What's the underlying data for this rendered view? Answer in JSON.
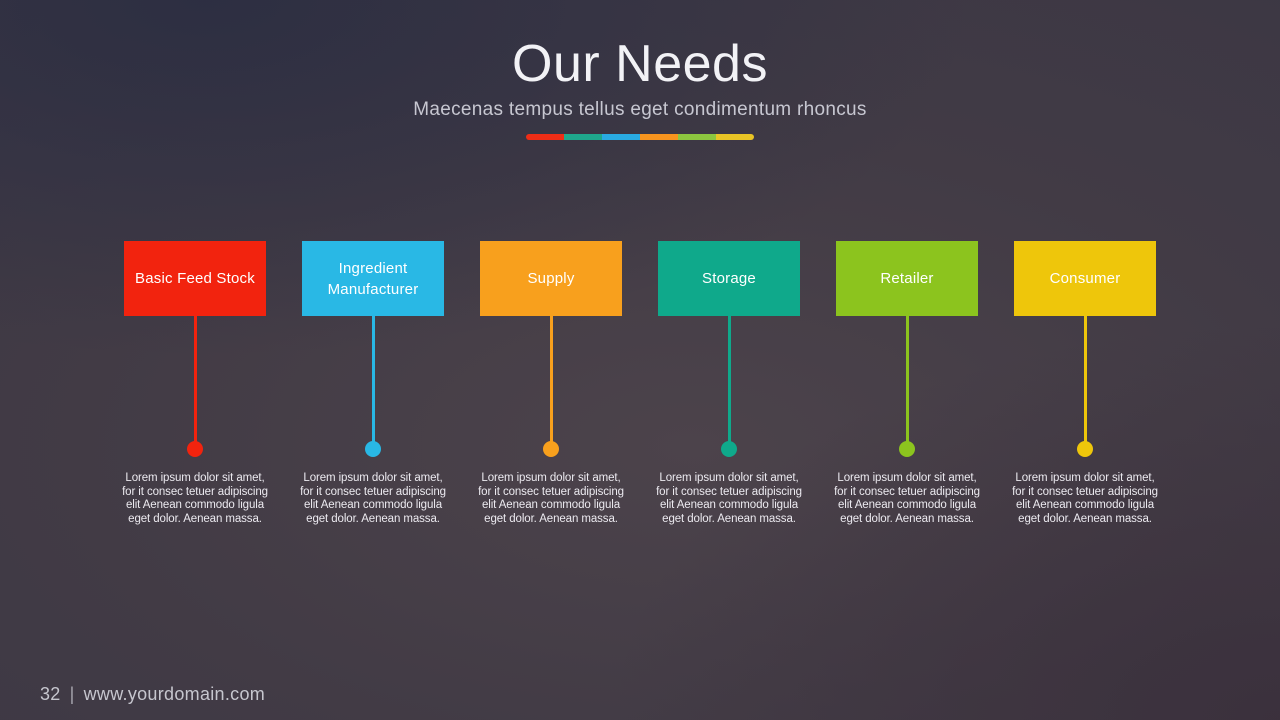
{
  "slide": {
    "title": "Our Needs",
    "subtitle": "Maecenas tempus tellus eget condimentum rhoncus",
    "accent_bar_colors": [
      "#EE2D16",
      "#1FA78C",
      "#29ABE2",
      "#F7941E",
      "#8CC63F",
      "#E9C425"
    ],
    "background_colors": {
      "top_left": "#2C2E42",
      "center": "#4C434B",
      "bottom_right": "#3A2F3B",
      "base": "#3A3644"
    }
  },
  "stages": [
    {
      "label": "Basic Feed Stock",
      "color": "#F2230E",
      "description": "Lorem ipsum dolor sit amet, for it consec tetuer adipiscing elit Aenean commodo ligula eget dolor. Aenean massa."
    },
    {
      "label": "Ingredient Manufacturer",
      "color": "#29B8E5",
      "description": "Lorem ipsum dolor sit amet, for it consec tetuer adipiscing elit Aenean commodo ligula eget dolor. Aenean massa."
    },
    {
      "label": "Supply",
      "color": "#F8A01D",
      "description": "Lorem ipsum dolor sit amet, for it consec tetuer adipiscing elit Aenean commodo ligula eget dolor. Aenean massa."
    },
    {
      "label": "Storage",
      "color": "#0FA98B",
      "description": "Lorem ipsum dolor sit amet, for it consec tetuer adipiscing elit Aenean commodo ligula eget dolor. Aenean massa."
    },
    {
      "label": "Retailer",
      "color": "#8CC41E",
      "description": "Lorem ipsum dolor sit amet, for it consec tetuer adipiscing elit Aenean commodo ligula eget dolor. Aenean massa."
    },
    {
      "label": "Consumer",
      "color": "#EEC60B",
      "description": "Lorem ipsum dolor sit amet, for it consec tetuer adipiscing elit Aenean commodo ligula eget dolor. Aenean massa."
    }
  ],
  "footer": {
    "page_number": "32",
    "separator": "|",
    "site": "www.yourdomain.com"
  }
}
